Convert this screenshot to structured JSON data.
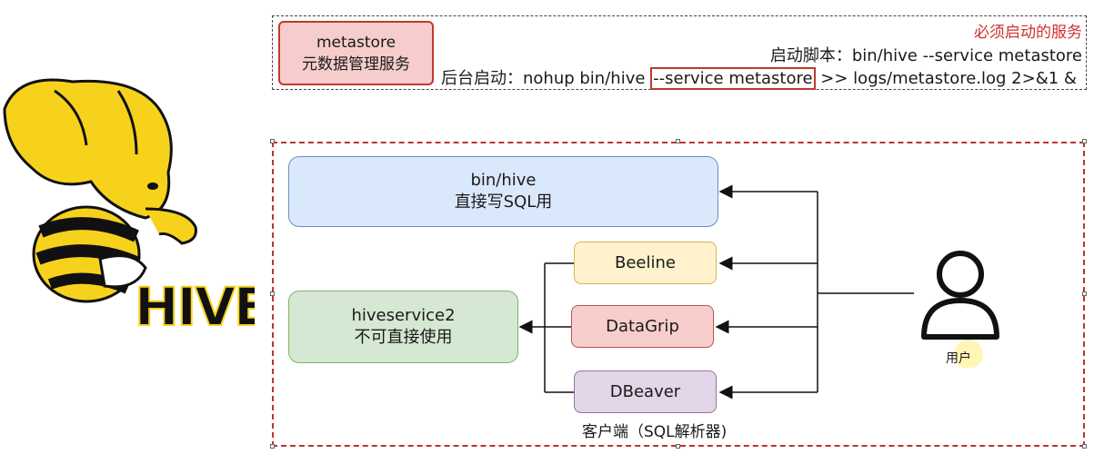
{
  "top": {
    "metastore_box": {
      "line1": "metastore",
      "line2": "元数据管理服务"
    },
    "required_label": "必须启动的服务",
    "start_script": "启动脚本：bin/hive --service metastore",
    "bg_start_prefix": "后台启动：nohup bin/hive ",
    "bg_start_highlight": "--service metastore",
    "bg_start_suffix": " >> logs/metastore.log 2>&1 &"
  },
  "logo": {
    "text": "HIVE"
  },
  "diagram": {
    "binhive": {
      "line1": "bin/hive",
      "line2": "直接写SQL用"
    },
    "hiveservice2": {
      "line1": "hiveservice2",
      "line2": "不可直接使用"
    },
    "clients": [
      "Beeline",
      "DataGrip",
      "DBeaver"
    ],
    "caption": "客户端（SQL解析器)",
    "user_label": "用户"
  },
  "colors": {
    "blue_fill": "#dae8fc",
    "blue_stroke": "#6c8ebf",
    "yellow_fill": "#fff2cc",
    "yellow_stroke": "#d6b656",
    "red_fill": "#f8cecc",
    "red_stroke": "#b85450",
    "purple_fill": "#e1d5e7",
    "purple_stroke": "#9673a6",
    "green_fill": "#d5e8d4",
    "green_stroke": "#82b366",
    "frame_red": "#b33333"
  }
}
